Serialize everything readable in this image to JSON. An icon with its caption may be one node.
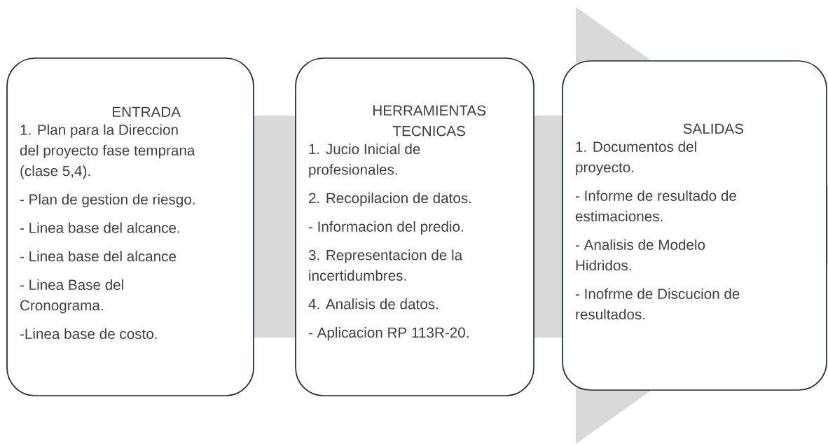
{
  "diagram": {
    "nodes": [
      {
        "text": [
          "ENTRADA",
          "1. Plan para la Direccion del proyecto fase temprana (clase 5,4).",
          "- Plan de gestion de riesgo.",
          "- Linea base del alcance.",
          "- Linea base del alcance",
          "- Linea Base del Cronograma.",
          "-Linea base de costo."
        ]
      },
      {
        "text": [
          "HERRAMIENTAS TECNICAS",
          "1. Jucio Inicial de profesionales.",
          "2. Recopilacion de datos.",
          "- Informacion  del predio.",
          "3. Representacion de la incertidumbres.",
          "4. Analisis de datos.",
          "- Aplicacion RP 113R-20."
        ]
      },
      {
        "text": [
          "SALIDAS",
          "1. Documentos del proyecto.",
          "- Informe de resultado de estimaciones.",
          "- Analisis de Modelo Hidridos.",
          "- Inofrme de Discucion de resultados."
        ]
      }
    ]
  }
}
